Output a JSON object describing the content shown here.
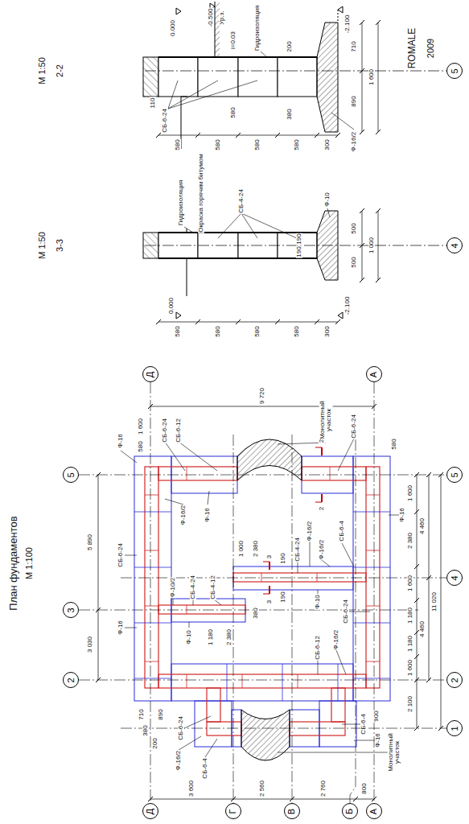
{
  "diagram": {
    "title": "План фундаментов",
    "nodes": [
      {
        "text": [
          "5"
        ]
      },
      {
        "text": [
          "4"
        ]
      },
      {
        "text": [
          "Д"
        ]
      },
      {
        "text": [
          "А"
        ]
      },
      {
        "text": [
          "5"
        ]
      },
      {
        "text": [
          "3"
        ]
      },
      {
        "text": [
          "2"
        ]
      },
      {
        "text": [
          "Д"
        ]
      },
      {
        "text": [
          "Г"
        ]
      },
      {
        "text": [
          "В"
        ]
      },
      {
        "text": [
          "Б"
        ]
      },
      {
        "text": [
          "А"
        ]
      },
      {
        "text": [
          "5"
        ]
      },
      {
        "text": [
          "4"
        ]
      },
      {
        "text": [
          "2"
        ]
      },
      {
        "text": [
          "1"
        ]
      }
    ],
    "edges": [
      {
        "from": 2,
        "to": 7,
        "arrow": "none"
      },
      {
        "from": 3,
        "to": 11,
        "arrow": "none"
      },
      {
        "from": 4,
        "to": 12,
        "arrow": "none"
      },
      {
        "from": 6,
        "to": 14,
        "arrow": "none"
      }
    ],
    "labels": [
      "М 1:100",
      "М 1:50",
      "3-3",
      "М 1:50",
      "2-2",
      "ROMALE",
      "2009",
      "0.000",
      "-0.500",
      "Ур.з.",
      "i=0.03",
      "Гидроизоляция",
      "СБ-6-24",
      "110",
      "580",
      "200",
      "380",
      "Ф-16/2",
      "710",
      "890",
      "1 600",
      "-2.100",
      "580",
      "580",
      "580",
      "580",
      "300",
      "Гидроизоляция",
      "Окраска горячим битумом",
      "СБ-4-24",
      "Ф-10",
      "190",
      "190",
      "500",
      "500",
      "1 000",
      "0.000",
      "-2.100",
      "580",
      "580",
      "580",
      "580",
      "300",
      "9 720",
      "1 600",
      "580",
      "СБ-6-24",
      "СБ-6-12",
      "Монолитный участок",
      "СБ-6-24",
      "580",
      "Ф-16",
      "5 890",
      "3 030",
      "СБ-6-24",
      "Ф-16",
      "Ф-16/2",
      "Ф-16",
      "2",
      "2",
      "Ф-16/2",
      "СБ-6-4",
      "Ф-16",
      "1 000",
      "2 380",
      "190",
      "СБ-4-24",
      "Ф-16/2",
      "3",
      "3",
      "190",
      "Ф-10",
      "Ф-10/2",
      "СБ-4-24",
      "СБ-4-12",
      "Ф-10",
      "1 180",
      "2 380",
      "380",
      "СБ-6-12",
      "Ф-16/2",
      "СБ-6-24",
      "710",
      "890",
      "380",
      "200",
      "Ф-16/2",
      "СБ-6-24",
      "СБ-6-4",
      "Монолитный участок",
      "СБ-6-4",
      "900",
      "Ф-16",
      "1 600",
      "2 380",
      "1 600",
      "1 180",
      "1 180",
      "1 600",
      "2 100",
      "4 460",
      "4 460",
      "11 020",
      "3 600",
      "2 560",
      "2 760",
      "800"
    ]
  }
}
